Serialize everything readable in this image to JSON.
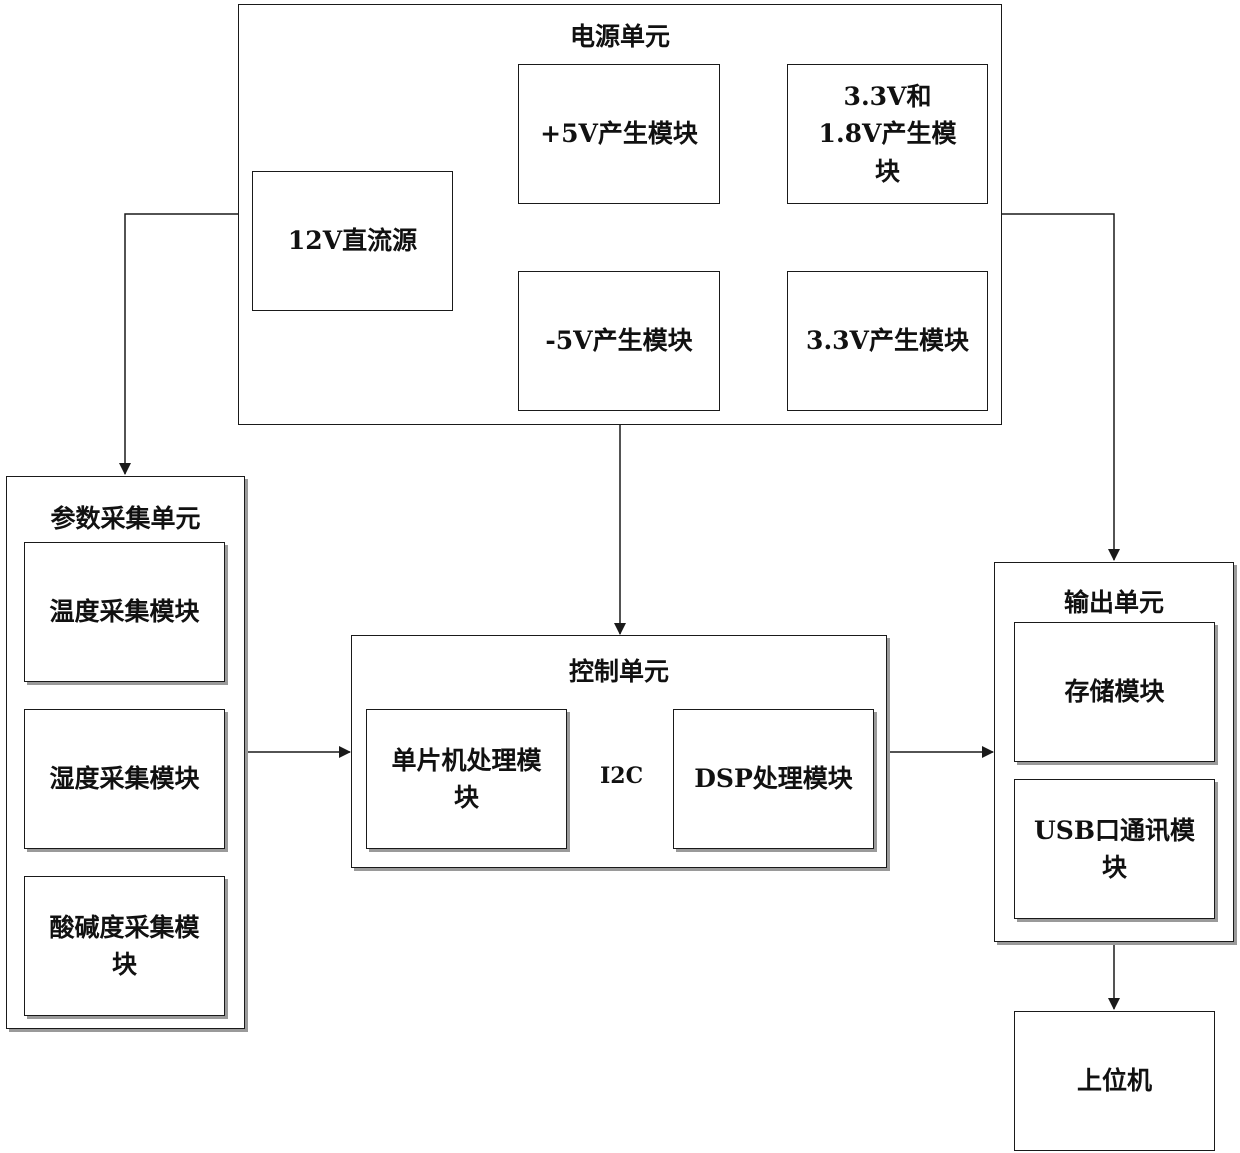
{
  "power_unit": {
    "title": "电源单元",
    "dc_source": "12V直流源",
    "plus5v": "+5V产生模块",
    "v33_18": "3.3V和1.8V产生模块",
    "minus5v": "-5V产生模块",
    "v33": "3.3V产生模块"
  },
  "param_unit": {
    "title": "参数采集单元",
    "temperature": "温度采集模块",
    "humidity": "湿度采集模块",
    "ph": "酸碱度采集模块"
  },
  "control_unit": {
    "title": "控制单元",
    "mcu": "单片机处理模块",
    "dsp": "DSP处理模块",
    "bus_label": "I2C"
  },
  "output_unit": {
    "title": "输出单元",
    "storage": "存储模块",
    "usb": "USB口通讯模块"
  },
  "host": {
    "label": "上位机"
  }
}
